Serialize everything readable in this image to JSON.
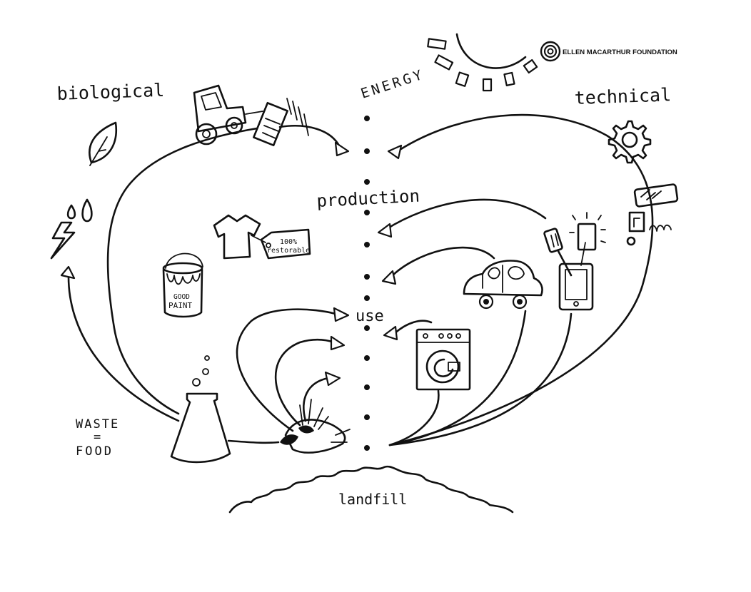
{
  "labels": {
    "biological": "biological",
    "technical": "technical",
    "energy": "ENERGY",
    "production": "production",
    "use": "use",
    "waste": "WASTE",
    "equals": "=",
    "food": "FOOD",
    "landfill": "landfill"
  },
  "brand": {
    "name": "ELLEN MACARTHUR FOUNDATION"
  },
  "product_tags": {
    "tshirt_tag_line1": "100%",
    "tshirt_tag_line2": "restorable",
    "paint_line1": "GOOD",
    "paint_line2": "PAINT"
  },
  "icons": [
    "leaf-icon",
    "gear-icon",
    "sun-icon",
    "water-drops-icon",
    "lightning-icon",
    "tractor-icon",
    "tshirt-icon",
    "paint-can-icon",
    "flask-icon",
    "compost-icon",
    "car-icon",
    "phone-icon",
    "washing-machine-icon",
    "spatula-icon",
    "circuit-parts-icon",
    "landfill-hill-icon",
    "foundation-logo-icon"
  ],
  "colors": {
    "ink": "#111111",
    "background": "#ffffff"
  }
}
